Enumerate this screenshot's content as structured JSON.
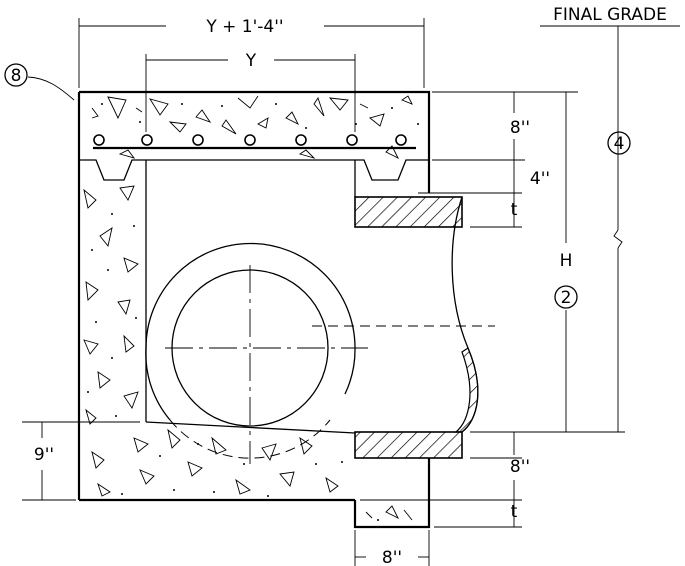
{
  "dimensions": {
    "overall_width": "Y + 1'-4''",
    "inner_width": "Y",
    "final_grade": "FINAL GRADE",
    "top_slab": "8''",
    "recess": "4''",
    "pipe_wall_top": "t",
    "height": "H",
    "bottom_slab": "8''",
    "pipe_wall_bottom": "t",
    "base_width": "8''",
    "invert_offset": "9''"
  },
  "callouts": {
    "item_8": "8",
    "item_4": "4",
    "item_2": "2"
  }
}
